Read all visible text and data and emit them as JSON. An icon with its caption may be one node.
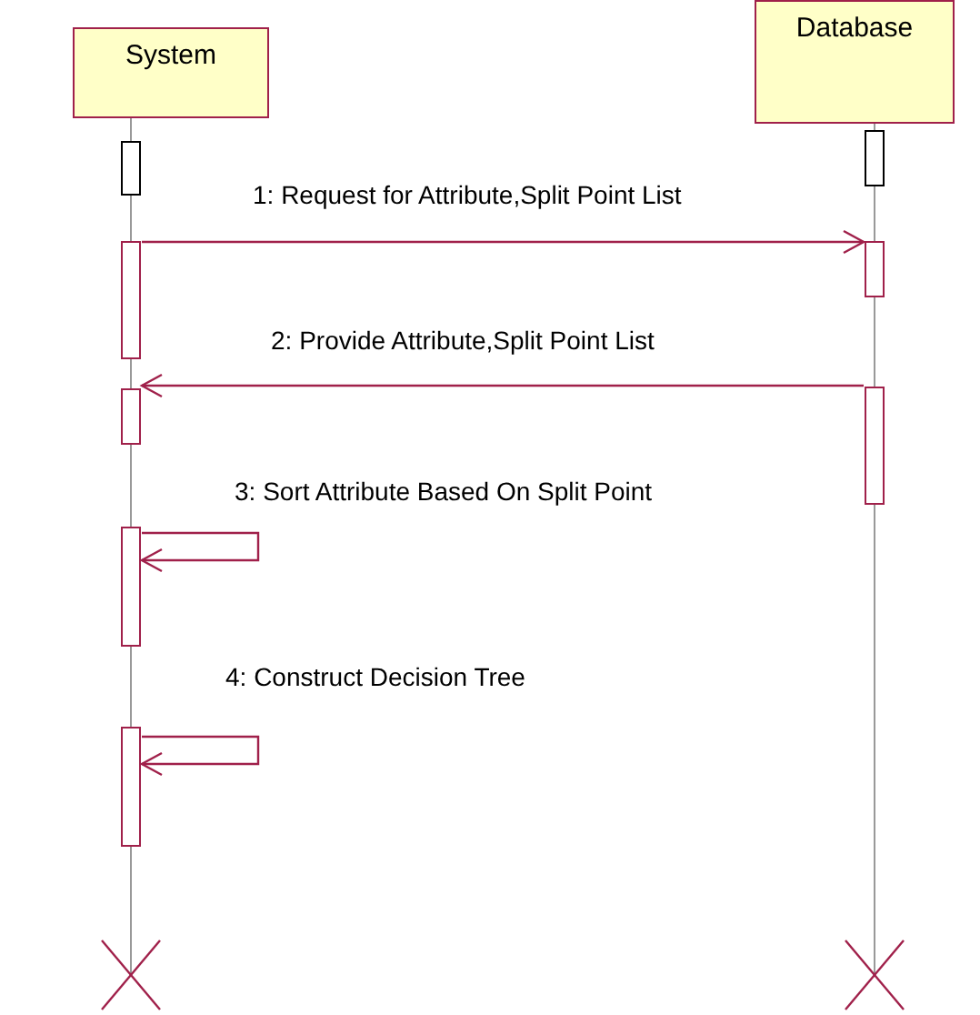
{
  "diagram": {
    "nodes": [
      {
        "text": [
          "System"
        ]
      },
      {
        "text": [
          "Database"
        ]
      }
    ],
    "edges": [
      {
        "from": 0,
        "to": 1,
        "arrow": "to",
        "label": "1: Request for Attribute,Split Point List"
      },
      {
        "from": 1,
        "to": 0,
        "arrow": "to",
        "label": "2: Provide Attribute,Split Point List"
      },
      {
        "from": 0,
        "to": 0,
        "arrow": "to",
        "label": "3: Sort Attribute Based On Split Point"
      },
      {
        "from": 0,
        "to": 0,
        "arrow": "to",
        "label": "4: Construct Decision Tree"
      }
    ]
  }
}
